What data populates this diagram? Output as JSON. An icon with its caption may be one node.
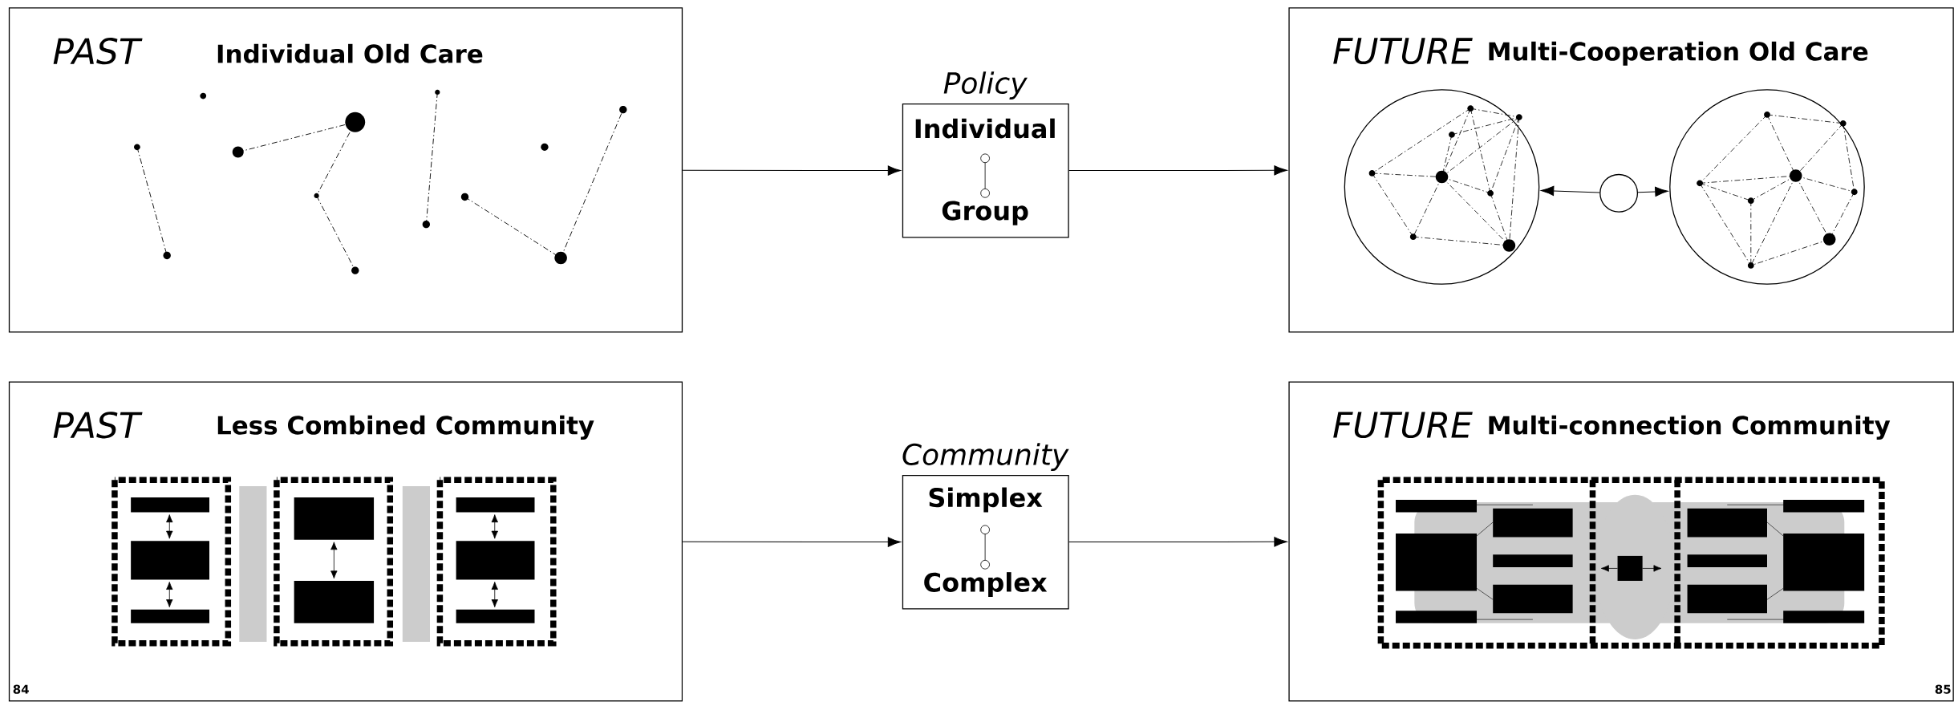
{
  "diagram": {
    "nodes": [
      {
        "text": [
          "PAST",
          "Individual Old Care"
        ]
      },
      {
        "text": [
          "Policy",
          "Individual",
          "Group"
        ]
      },
      {
        "text": [
          "FUTURE",
          "Multi-Cooperation Old Care"
        ]
      },
      {
        "text": [],
        "shape": "circle",
        "in": 2
      },
      {
        "text": [],
        "shape": "circle",
        "in": 2
      },
      {
        "text": [],
        "shape": "circle",
        "in": 2
      },
      {
        "text": [
          "PAST",
          "Less Combined  Community"
        ]
      },
      {
        "text": [
          "Community",
          "Simplex",
          "Complex"
        ]
      },
      {
        "text": [
          "FUTURE",
          "Multi-connection  Community"
        ]
      }
    ],
    "edges": [
      {
        "from": 0,
        "to": 1,
        "arrow": "to"
      },
      {
        "from": 1,
        "to": 2,
        "arrow": "to"
      },
      {
        "from": 4,
        "to": 3,
        "arrow": "to"
      },
      {
        "from": 4,
        "to": 5,
        "arrow": "to"
      },
      {
        "from": 6,
        "to": 7,
        "arrow": "to"
      },
      {
        "from": 7,
        "to": 8,
        "arrow": "to"
      }
    ],
    "labels": [
      "84",
      "85"
    ]
  }
}
